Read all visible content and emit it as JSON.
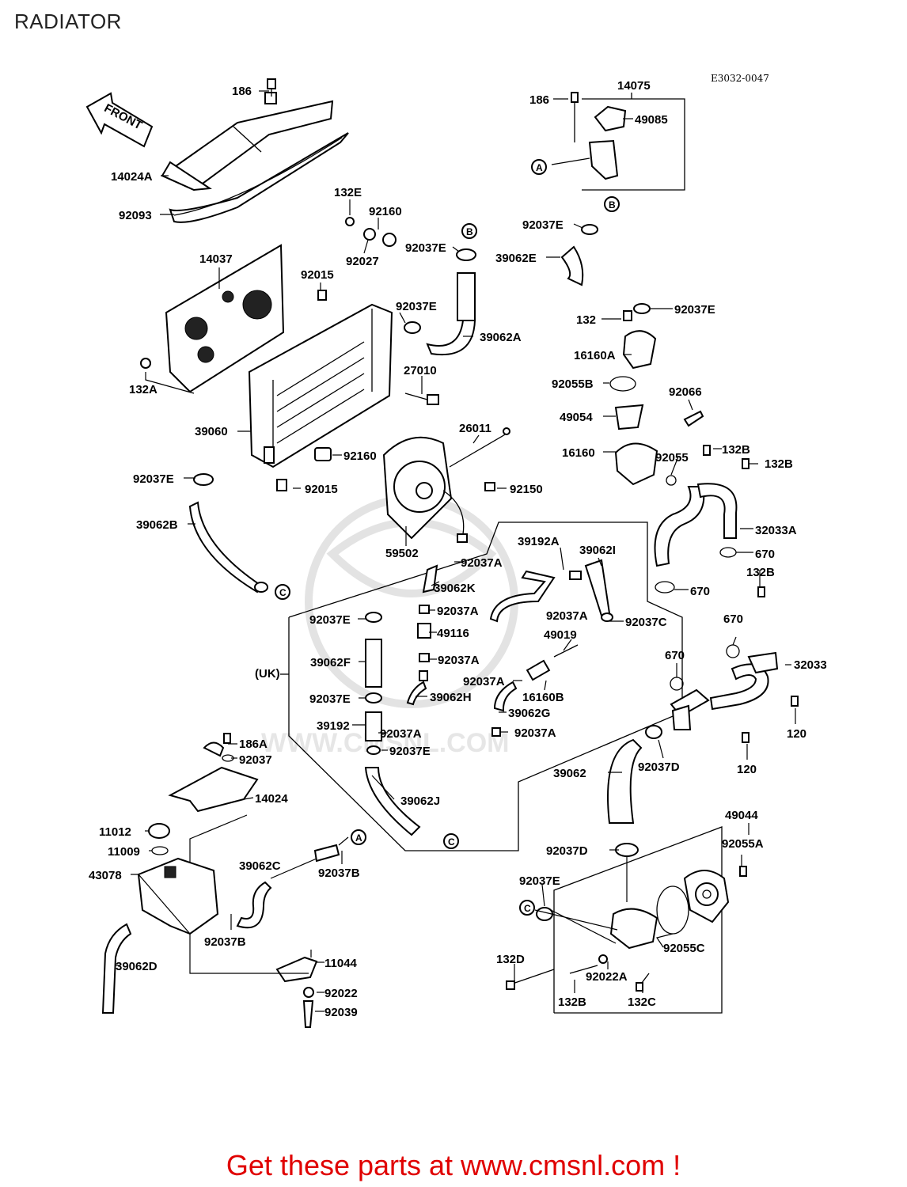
{
  "title": "RADIATOR",
  "diagram_code": "E3032-0047",
  "front_label": "FRONT",
  "uk_label": "(UK)",
  "watermark_text": "WWW.CMSNL.COM",
  "footer": "Get these parts at www.cmsnl.com !",
  "colors": {
    "footer": "#e00000",
    "lines": "#000000",
    "watermark": "#e3e3e3"
  },
  "reference_markers": [
    "A",
    "B",
    "C"
  ],
  "part_labels": [
    "186",
    "14024A",
    "92093",
    "132E",
    "92160",
    "92027",
    "92037E",
    "14037",
    "92015",
    "92037E",
    "39062A",
    "132A",
    "27010",
    "39060",
    "26011",
    "92160",
    "92037E",
    "92015",
    "92150",
    "39062B",
    "59502",
    "14075",
    "186",
    "49085",
    "92037E",
    "39062E",
    "92037E",
    "132",
    "16160A",
    "92055B",
    "92066",
    "49054",
    "16160",
    "132B",
    "92055",
    "132B",
    "32033A",
    "670",
    "132B",
    "670",
    "39192A",
    "39062I",
    "92037A",
    "39062K",
    "92037A",
    "92037C",
    "92037E",
    "92037A",
    "49116",
    "49019",
    "39062F",
    "92037A",
    "92037A",
    "16160B",
    "92037E",
    "39062H",
    "39062G",
    "39192",
    "92037A",
    "92037A",
    "92037E",
    "670",
    "670",
    "32033",
    "120",
    "120",
    "39062",
    "92037D",
    "186A",
    "92037",
    "14024",
    "39062J",
    "11012",
    "11009",
    "43078",
    "39062C",
    "92037B",
    "92037B",
    "11044",
    "92022",
    "92039",
    "39062D",
    "49044",
    "92055A",
    "92037D",
    "92037E",
    "92055C",
    "132D",
    "92022A",
    "132B",
    "132C"
  ]
}
